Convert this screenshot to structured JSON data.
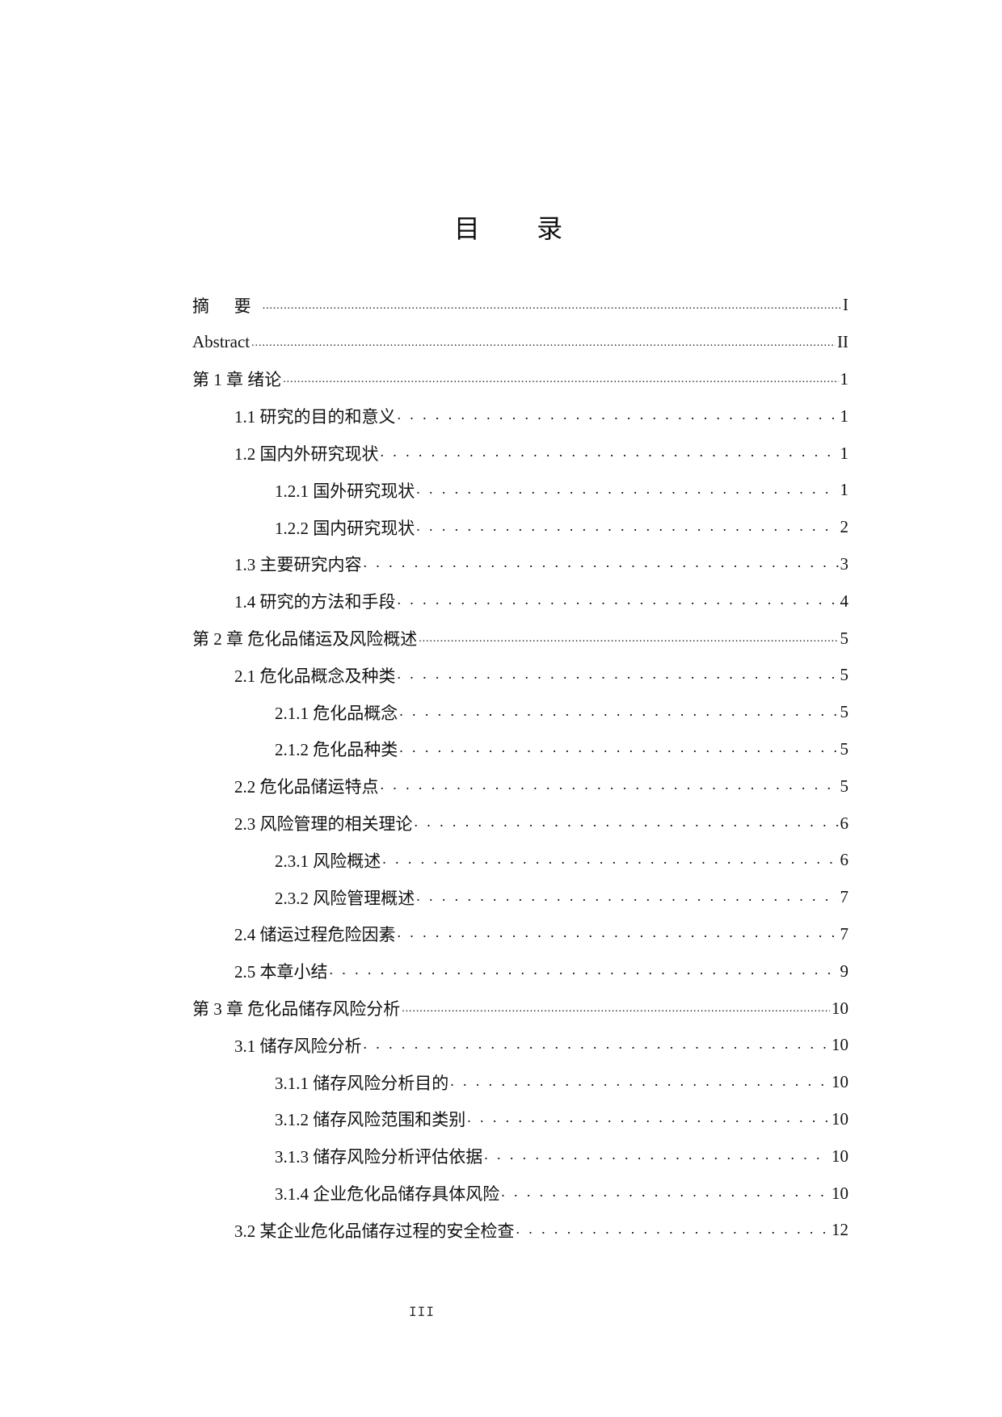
{
  "document": {
    "title": "目 录",
    "footer_page": "III"
  },
  "toc": [
    {
      "label": "摘 要",
      "page": "I",
      "level": 1
    },
    {
      "label": "Abstract",
      "page": "II",
      "level": 1
    },
    {
      "label": "第 1 章  绪论",
      "page": "1",
      "level": 1
    },
    {
      "label": "1.1 研究的目的和意义",
      "page": "1",
      "level": 2
    },
    {
      "label": "1.2 国内外研究现状",
      "page": "1",
      "level": 2
    },
    {
      "label": "1.2.1  国外研究现状",
      "page": "1",
      "level": 3
    },
    {
      "label": "1.2.2 国内研究现状",
      "page": "2",
      "level": 3
    },
    {
      "label": "1.3 主要研究内容",
      "page": "3",
      "level": 2
    },
    {
      "label": "1.4 研究的方法和手段",
      "page": "4",
      "level": 2
    },
    {
      "label": "第 2 章  危化品储运及风险概述",
      "page": "5",
      "level": 1
    },
    {
      "label": "2.1 危化品概念及种类",
      "page": "5",
      "level": 2
    },
    {
      "label": "2.1.1 危化品概念",
      "page": "5",
      "level": 3
    },
    {
      "label": "2.1.2 危化品种类",
      "page": "5",
      "level": 3
    },
    {
      "label": "2.2 危化品储运特点",
      "page": "5",
      "level": 2
    },
    {
      "label": "2.3 风险管理的相关理论",
      "page": "6",
      "level": 2
    },
    {
      "label": "2.3.1 风险概述",
      "page": "6",
      "level": 3
    },
    {
      "label": "2.3.2 风险管理概述",
      "page": "7",
      "level": 3
    },
    {
      "label": "2.4 储运过程危险因素",
      "page": "7",
      "level": 2
    },
    {
      "label": "2.5 本章小结",
      "page": "9",
      "level": 2
    },
    {
      "label": "第 3 章  危化品储存风险分析",
      "page": "10",
      "level": 1
    },
    {
      "label": "3.1 储存风险分析",
      "page": "10",
      "level": 2
    },
    {
      "label": "3.1.1 储存风险分析目的",
      "page": "10",
      "level": 3
    },
    {
      "label": "3.1.2 储存风险范围和类别",
      "page": "10",
      "level": 3
    },
    {
      "label": "3.1.3 储存风险分析评估依据",
      "page": "10",
      "level": 3
    },
    {
      "label": "3.1.4 企业危化品储存具体风险",
      "page": "10",
      "level": 3
    },
    {
      "label": "3.2 某企业危化品储存过程的安全检查",
      "page": "12",
      "level": 2
    }
  ]
}
